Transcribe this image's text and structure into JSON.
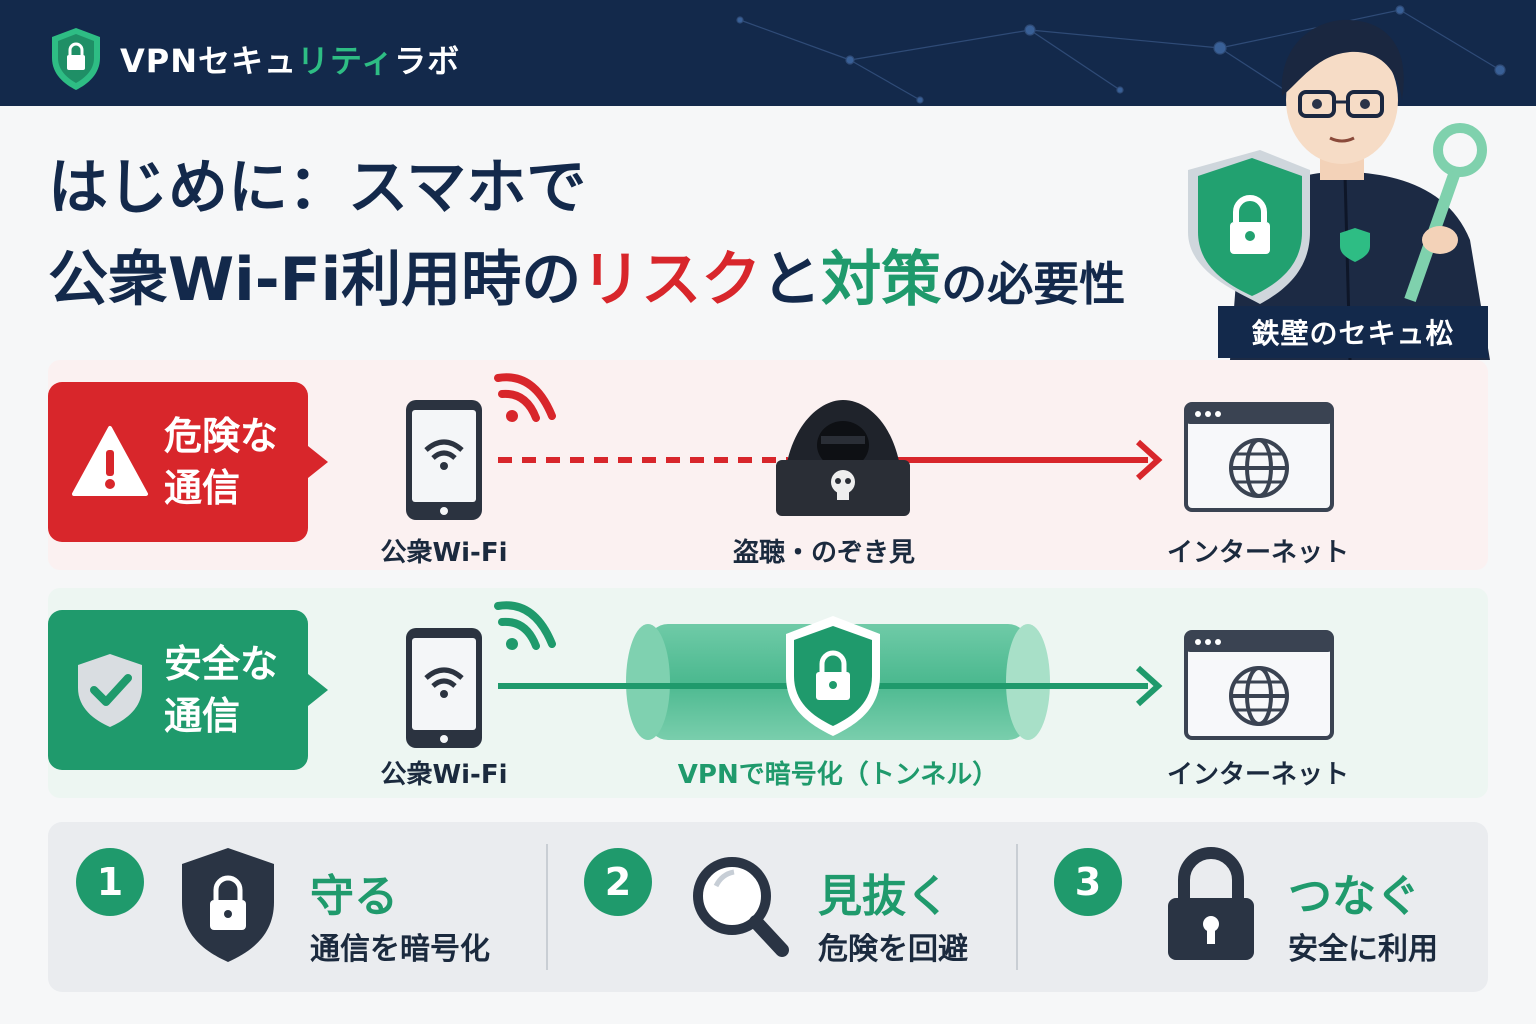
{
  "brand": {
    "name_main": "VPNセキュ",
    "name_accent": "リティ",
    "name_tail": "ラボ"
  },
  "title": {
    "line1": "はじめに：スマホで",
    "line2_a": "公衆Wi-Fi利用時の",
    "line2_risk": "リスク",
    "line2_to": "と",
    "line2_measure": "対策",
    "line2_tail": "の必要性"
  },
  "character": {
    "name": "鉄壁のセキュ松"
  },
  "danger_row": {
    "badge": "危険な通信",
    "phone_caption": "公衆Wi-Fi",
    "hacker_caption": "盗聴・のぞき見",
    "internet_caption": "インターネット"
  },
  "safe_row": {
    "badge": "安全な通信",
    "phone_caption": "公衆Wi-Fi",
    "tunnel_caption": "VPNで暗号化（トンネル）",
    "internet_caption": "インターネット"
  },
  "steps": [
    {
      "num": "1",
      "title": "守る",
      "sub": "通信を暗号化",
      "icon": "shield-lock-icon"
    },
    {
      "num": "2",
      "title": "見抜く",
      "sub": "危険を回避",
      "icon": "magnifier-icon"
    },
    {
      "num": "3",
      "title": "つなぐ",
      "sub": "安全に利用",
      "icon": "padlock-icon"
    }
  ],
  "colors": {
    "navy": "#13294b",
    "red": "#d8262b",
    "green": "#1f9a6c"
  }
}
